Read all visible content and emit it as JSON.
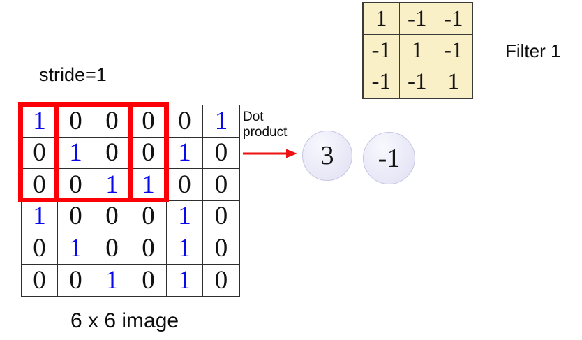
{
  "labels": {
    "stride": "stride=1",
    "filter": "Filter 1",
    "dot_product_line1": "Dot",
    "dot_product_line2": "product",
    "image_caption": "6 x 6 image"
  },
  "filter_matrix": {
    "rows": [
      [
        "1",
        "-1",
        "-1"
      ],
      [
        "-1",
        "1",
        "-1"
      ],
      [
        "-1",
        "-1",
        "1"
      ]
    ]
  },
  "image_matrix": {
    "rows": [
      [
        "1",
        "0",
        "0",
        "0",
        "0",
        "1"
      ],
      [
        "0",
        "1",
        "0",
        "0",
        "1",
        "0"
      ],
      [
        "0",
        "0",
        "1",
        "1",
        "0",
        "0"
      ],
      [
        "1",
        "0",
        "0",
        "0",
        "1",
        "0"
      ],
      [
        "0",
        "1",
        "0",
        "0",
        "1",
        "0"
      ],
      [
        "0",
        "0",
        "1",
        "0",
        "1",
        "0"
      ]
    ]
  },
  "dot_product_outputs": [
    {
      "value": "3"
    },
    {
      "value": "-1"
    }
  ],
  "colors": {
    "highlight_red": "#fb0006",
    "digit_blue": "#0909ec",
    "filter_cell_bg": "#faf0c8",
    "output_circle_fill": "#eaeaf8",
    "output_circle_border": "#c6c6e3",
    "arrow_red": "#ee1111"
  }
}
